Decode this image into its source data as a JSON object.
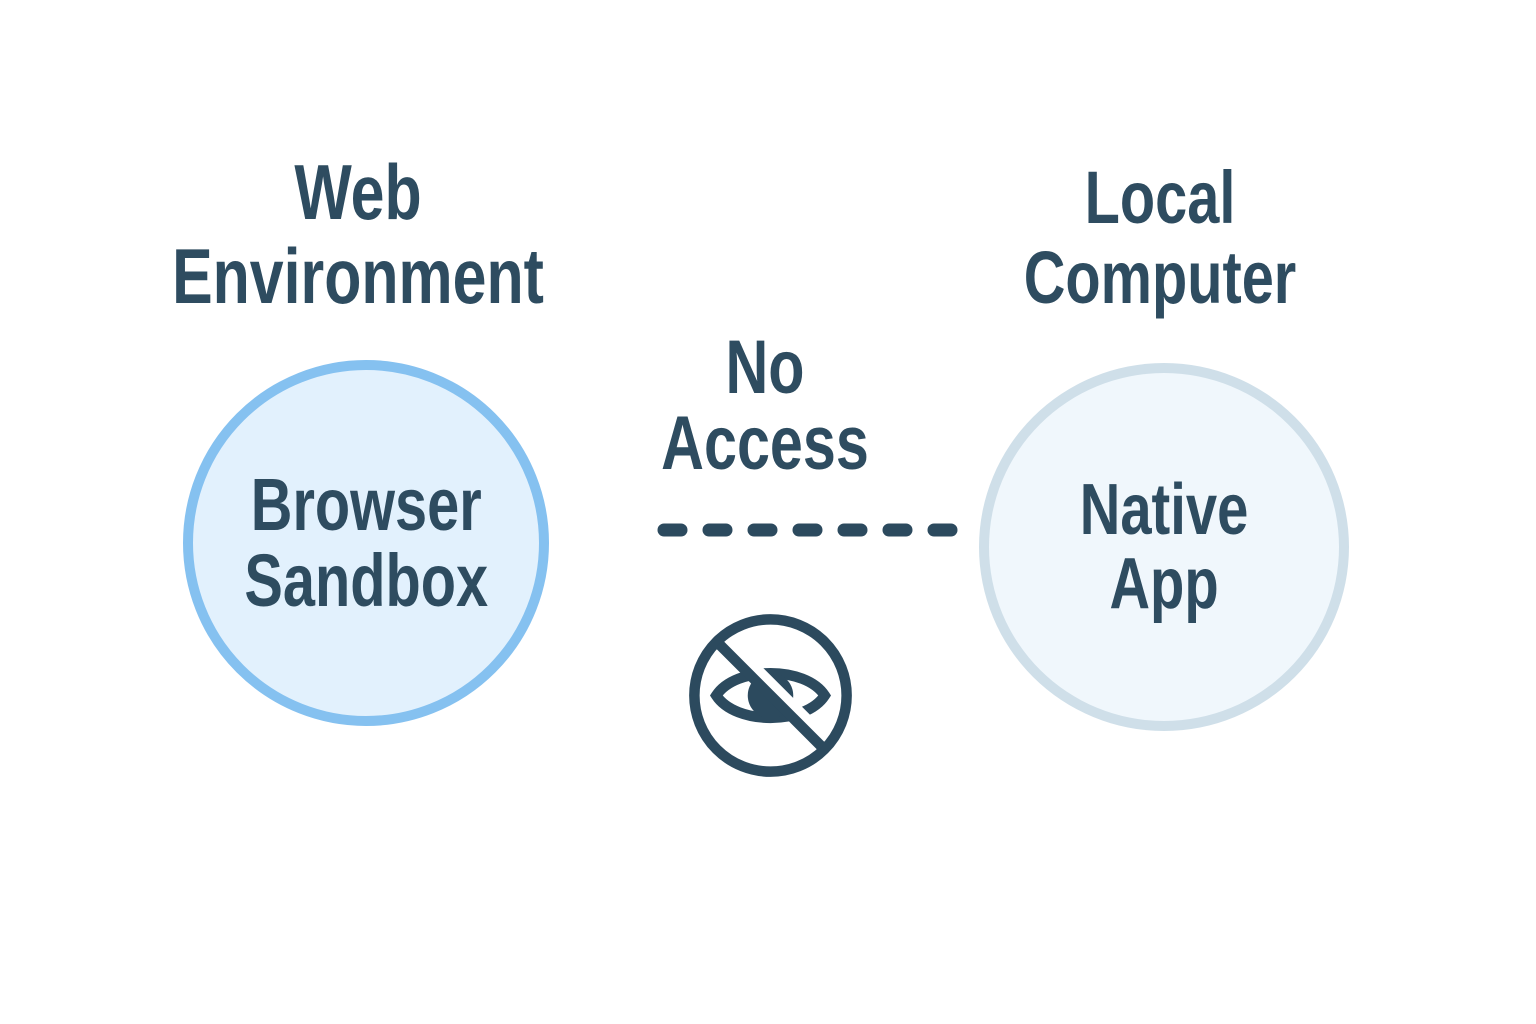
{
  "diagram": {
    "left_group": {
      "title_line1": "Web",
      "title_line2": "Environment",
      "circle": {
        "label_line1": "Browser",
        "label_line2": "Sandbox",
        "fill_color": "#e2f1fd",
        "border_color": "#85c1f0"
      }
    },
    "center_group": {
      "label_line1": "No",
      "label_line2": "Access",
      "icon": "eye-off-icon",
      "dash_color": "#2c4a5e"
    },
    "right_group": {
      "title_line1": "Local",
      "title_line2": "Computer",
      "circle": {
        "label_line1": "Native",
        "label_line2": "App",
        "fill_color": "#f0f7fc",
        "border_color": "#cfdfe9"
      }
    },
    "colors": {
      "text": "#2e4c60",
      "icon": "#2c4a5e",
      "background": "#ffffff"
    }
  }
}
